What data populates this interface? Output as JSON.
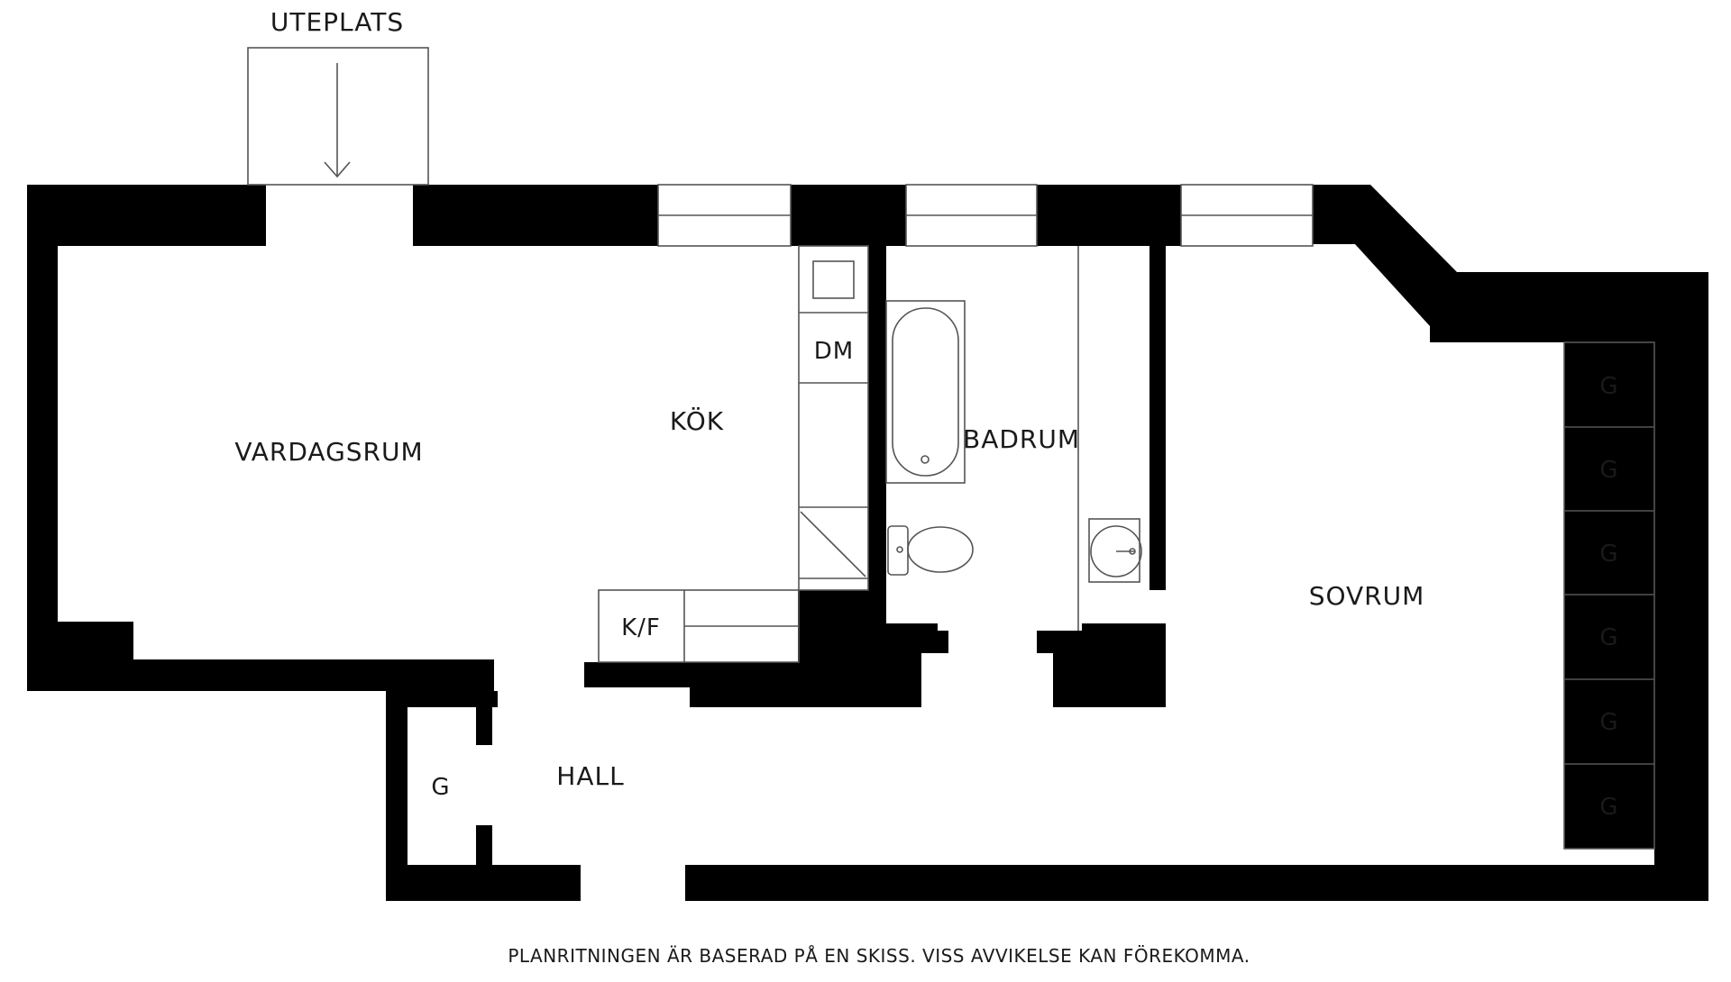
{
  "outdoor": {
    "label": "UTEPLATS"
  },
  "rooms": {
    "living": "VARDAGSRUM",
    "kitchen": "KÖK",
    "bathroom": "BADRUM",
    "bedroom": "SOVRUM",
    "hall": "HALL"
  },
  "fixtures": {
    "dishwasher": "DM",
    "fridge_freezer": "K/F",
    "hall_wardrobe": "G",
    "bedroom_wardrobes": [
      "G",
      "G",
      "G",
      "G",
      "G",
      "G"
    ]
  },
  "disclaimer": "PLANRITNINGEN ÄR BASERAD PÅ EN SKISS. VISS AVVIKELSE KAN FÖREKOMMA."
}
